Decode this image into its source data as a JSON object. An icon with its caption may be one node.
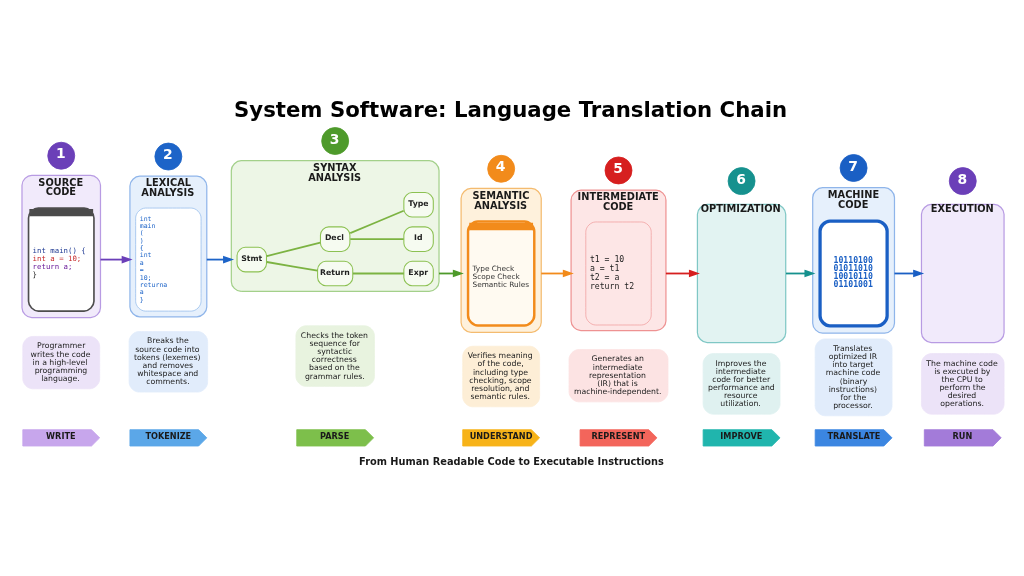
{
  "diagram": {
    "title": "System Software: Language Translation Chain",
    "caption": "From Human Readable Code to Executable Instructions",
    "nodes": [
      {
        "text": [
          "1"
        ]
      },
      {
        "text": [
          "2"
        ]
      },
      {
        "text": [
          "3"
        ]
      },
      {
        "text": [
          "4"
        ]
      },
      {
        "text": [
          "5"
        ]
      },
      {
        "text": [
          "6"
        ]
      },
      {
        "text": [
          "7"
        ]
      },
      {
        "text": [
          "8"
        ]
      },
      {
        "text": [
          "SOURCE CODE"
        ]
      },
      {
        "text": [
          "int main() {",
          "int a = 10;",
          "return a;",
          "}"
        ],
        "in": 8
      },
      {
        "text": [
          "LEXICAL ANALYSIS"
        ]
      },
      {
        "text": [
          "int",
          "main",
          "(",
          ")",
          "{",
          "int",
          "a",
          "=",
          "10;",
          "returna",
          "a",
          "}"
        ],
        "in": 10
      },
      {
        "text": [
          "SYNTAX ANALYSIS"
        ]
      },
      {
        "text": [
          "Stmt"
        ],
        "in": 12
      },
      {
        "text": [
          "Decl"
        ],
        "in": 12
      },
      {
        "text": [
          "Return"
        ],
        "in": 12
      },
      {
        "text": [
          "Type"
        ],
        "in": 12
      },
      {
        "text": [
          "Id"
        ],
        "in": 12
      },
      {
        "text": [
          "Expr"
        ],
        "in": 12
      },
      {
        "text": [
          "SEMANTIC ANALYSIS"
        ]
      },
      {
        "text": [
          "Type Check",
          "Scope Check",
          "Semantic Rules"
        ],
        "in": 19
      },
      {
        "text": [
          "INTERMEDIATE CODE"
        ]
      },
      {
        "text": [
          "t1 = 10",
          "a = t1",
          "t2 = a",
          "return t2"
        ],
        "in": 21
      },
      {
        "text": [
          "OPTIMIZATION"
        ]
      },
      {
        "text": [
          "MACHINE CODE"
        ]
      },
      {
        "text": [
          "10110100",
          "01011010",
          "10010110",
          "01101001"
        ],
        "in": 24
      },
      {
        "text": [
          "EXECUTION"
        ]
      },
      {
        "text": [
          "Programmer writes the code in a high-level programming language."
        ]
      },
      {
        "text": [
          "Breaks the source code into tokens (lexemes) and removes whitespace and comments."
        ]
      },
      {
        "text": [
          "Checks the token sequence for syntactic correctness based on the grammar rules."
        ]
      },
      {
        "text": [
          "Verifies meaning of the code, including type checking, scope resolution, and semantic rules."
        ]
      },
      {
        "text": [
          "Generates an intermediate representation (IR) that is machine-independent."
        ]
      },
      {
        "text": [
          "Improves the intermediate code for better performance and resource utilization."
        ]
      },
      {
        "text": [
          "Translates optimized IR into target machine code (binary instructions) for the processor."
        ]
      },
      {
        "text": [
          "The machine code is executed by the CPU to perform the desired operations."
        ]
      },
      {
        "text": [
          "WRITE"
        ]
      },
      {
        "text": [
          "TOKENIZE"
        ]
      },
      {
        "text": [
          "PARSE"
        ]
      },
      {
        "text": [
          "UNDERSTAND"
        ]
      },
      {
        "text": [
          "REPRESENT"
        ]
      },
      {
        "text": [
          "IMPROVE"
        ]
      },
      {
        "text": [
          "TRANSLATE"
        ]
      },
      {
        "text": [
          "RUN"
        ]
      }
    ],
    "edges": [
      {
        "from": 8,
        "to": 10,
        "arrow": "to",
        "color": "#6b3fb8"
      },
      {
        "from": 10,
        "to": 12,
        "arrow": "to",
        "color": "#1d64c8"
      },
      {
        "from": 12,
        "to": 19,
        "arrow": "to",
        "color": "#4e9a2b"
      },
      {
        "from": 19,
        "to": 21,
        "arrow": "to",
        "color": "#f28b1b"
      },
      {
        "from": 21,
        "to": 23,
        "arrow": "to",
        "color": "#d61f1f"
      },
      {
        "from": 23,
        "to": 24,
        "arrow": "to",
        "color": "#16918e"
      },
      {
        "from": 24,
        "to": 26,
        "arrow": "to",
        "color": "#1a5fc4"
      },
      {
        "from": 13,
        "to": 14,
        "arrow": "none",
        "color": "#7cb342"
      },
      {
        "from": 13,
        "to": 15,
        "arrow": "none",
        "color": "#7cb342"
      },
      {
        "from": 14,
        "to": 16,
        "arrow": "none",
        "color": "#7cb342"
      },
      {
        "from": 14,
        "to": 17,
        "arrow": "none",
        "color": "#7cb342"
      },
      {
        "from": 15,
        "to": 18,
        "arrow": "none",
        "color": "#7cb342"
      }
    ]
  }
}
